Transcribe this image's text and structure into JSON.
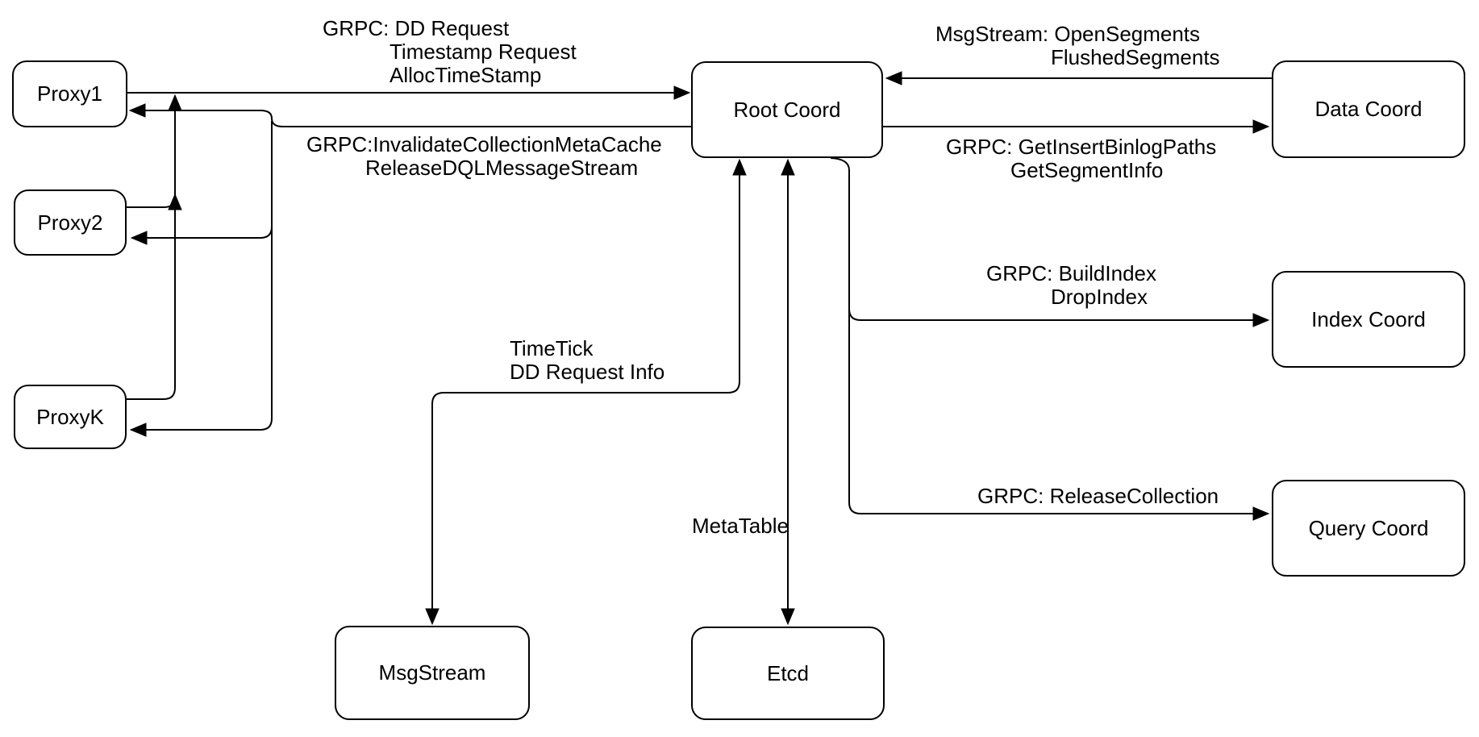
{
  "diagram_title": "Root Coord architecture diagram",
  "colors": {
    "background": "#ffffff",
    "stroke": "#000000",
    "node_fill": "#ffffff",
    "text": "#000000"
  },
  "nodes": {
    "proxy1": {
      "label": "Proxy1"
    },
    "proxy2": {
      "label": "Proxy2"
    },
    "proxyk": {
      "label": "ProxyK"
    },
    "root_coord": {
      "label": "Root Coord"
    },
    "data_coord": {
      "label": "Data Coord"
    },
    "index_coord": {
      "label": "Index Coord"
    },
    "query_coord": {
      "label": "Query Coord"
    },
    "msgstream": {
      "label": "MsgStream"
    },
    "etcd": {
      "label": "Etcd"
    }
  },
  "edge_labels": {
    "proxy_to_root": {
      "line1": "GRPC: DD Request",
      "line2": "Timestamp Request",
      "line3": "AllocTimeStamp"
    },
    "root_to_proxy": {
      "line1": "GRPC:InvalidateCollectionMetaCache",
      "line2": "ReleaseDQLMessageStream"
    },
    "data_to_root": {
      "line1": "MsgStream: OpenSegments",
      "line2": "FlushedSegments"
    },
    "root_to_data": {
      "line1": "GRPC: GetInsertBinlogPaths",
      "line2": "GetSegmentInfo"
    },
    "root_to_index": {
      "line1": "GRPC: BuildIndex",
      "line2": "DropIndex"
    },
    "root_to_query": {
      "line1": "GRPC: ReleaseCollection"
    },
    "root_to_msgstream": {
      "line1": "TimeTick",
      "line2": "DD Request Info"
    },
    "root_to_etcd": {
      "line1": "MetaTable"
    }
  }
}
